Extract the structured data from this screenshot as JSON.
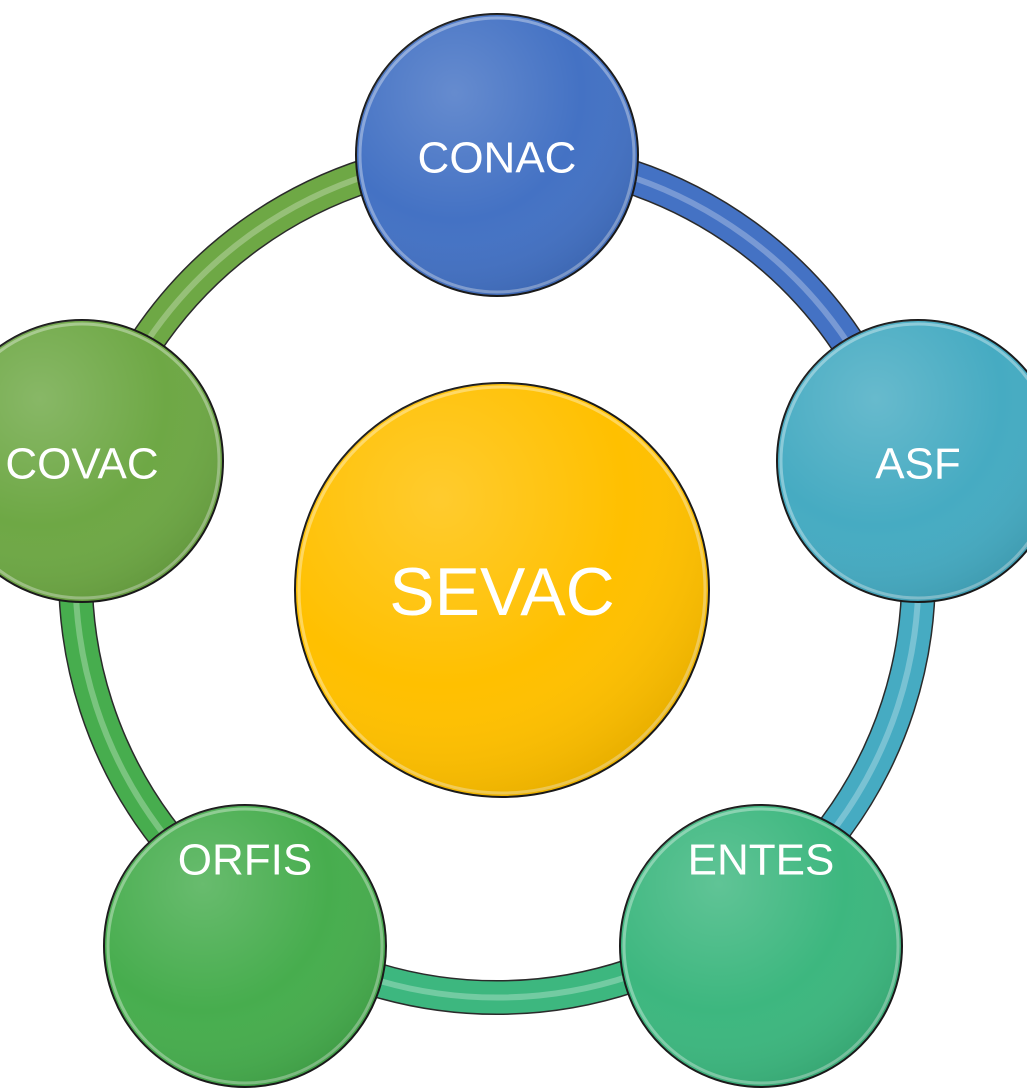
{
  "diagram": {
    "center": {
      "label": "SEVAC",
      "color": "#FFC000"
    },
    "nodes": [
      {
        "id": "conac",
        "label": "CONAC",
        "color": "#4472C4"
      },
      {
        "id": "asf",
        "label": "ASF",
        "color": "#46ABC2"
      },
      {
        "id": "entes",
        "label": "ENTES",
        "color": "#3DB77F"
      },
      {
        "id": "orfis",
        "label": "ORFIS",
        "color": "#47AD4E"
      },
      {
        "id": "covac",
        "label": "COVAC",
        "color": "#6EA845"
      }
    ],
    "connectors": [
      {
        "from": "conac",
        "to": "asf",
        "color": "#4472C4"
      },
      {
        "from": "asf",
        "to": "entes",
        "color": "#46ABC2"
      },
      {
        "from": "entes",
        "to": "orfis",
        "color": "#3DB77F"
      },
      {
        "from": "orfis",
        "to": "covac",
        "color": "#47AD4E"
      },
      {
        "from": "covac",
        "to": "conac",
        "color": "#6EA845"
      }
    ]
  }
}
